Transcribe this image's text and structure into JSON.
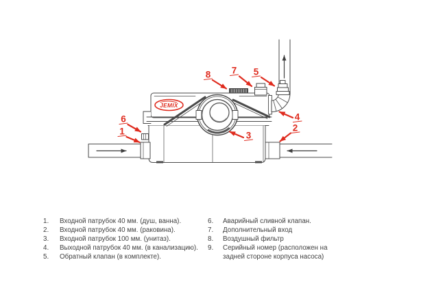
{
  "diagram": {
    "logo_text": "JEMIX",
    "callouts": {
      "n1": "1",
      "n2": "2",
      "n3": "3",
      "n4": "4",
      "n5": "5",
      "n6": "6",
      "n7": "7",
      "n8": "8"
    },
    "colors": {
      "accent_red": "#df2b1e",
      "line": "#4a4a4a",
      "text": "#3f3f3f"
    }
  },
  "legend": {
    "left": [
      {
        "num": "1.",
        "text": "Входной патрубок 40 мм. (душ, ванна)."
      },
      {
        "num": "2.",
        "text": "Входной патрубок 40 мм. (раковина)."
      },
      {
        "num": "3.",
        "text": "Входной патрубок 100 мм. (унитаз)."
      },
      {
        "num": "4.",
        "text": "Выходной патрубок 40 мм. (в канализацию)."
      },
      {
        "num": "5.",
        "text": "Обратный клапан (в комплекте)."
      }
    ],
    "right": [
      {
        "num": "6.",
        "text": "Аварийный сливной клапан."
      },
      {
        "num": "7.",
        "text": "Дополнительный вход"
      },
      {
        "num": "8.",
        "text": "Воздушный фильтр"
      },
      {
        "num": "9.",
        "text": "Серийный номер (расположен на задней стороне корпуса насоса)"
      }
    ]
  }
}
